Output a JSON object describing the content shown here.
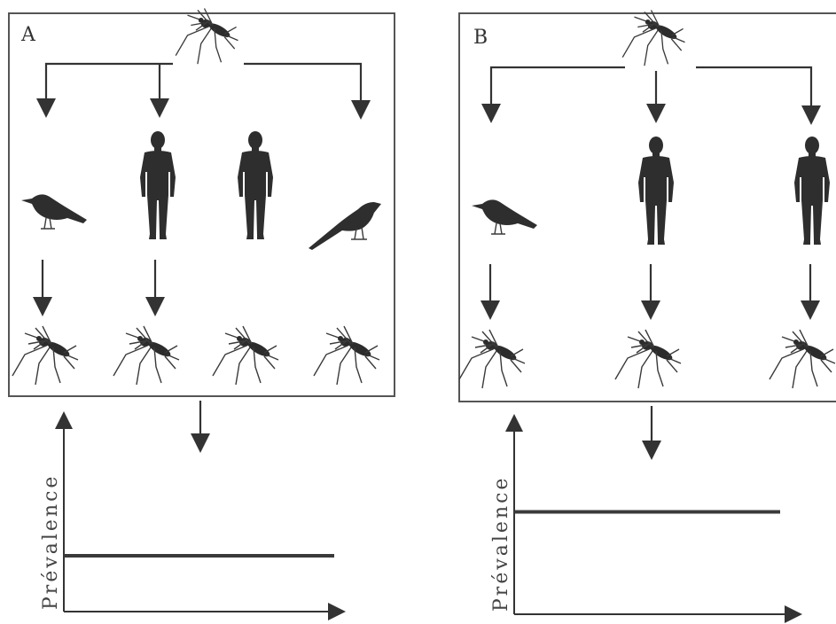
{
  "panels": [
    {
      "id": "A",
      "label": "A",
      "prevalence_axis_label": "Prévalence",
      "prevalence_level": 0.3
    },
    {
      "id": "B",
      "label": "B",
      "prevalence_axis_label": "Prévalence",
      "prevalence_level": 0.55
    }
  ],
  "colors": {
    "ink": "#333333",
    "silhouette": "#2e2e2e",
    "background": "#ffffff"
  },
  "icons": {
    "mosquito": "mosquito-icon",
    "bird": "crow-icon",
    "long_tailed_bird": "magpie-icon",
    "human": "human-icon"
  }
}
